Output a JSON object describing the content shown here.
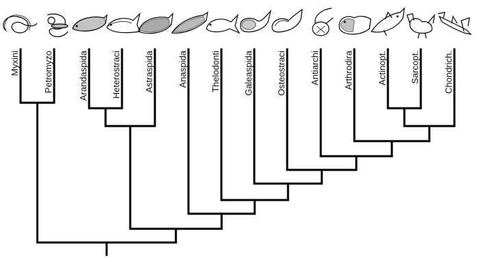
{
  "diagram": {
    "type": "cladogram",
    "line_color": "#000000",
    "background": "#ffffff",
    "taxa": [
      {
        "label": "Myxini",
        "icon": "hagfish-icon"
      },
      {
        "label": "Petromyzo",
        "icon": "lamprey-icon"
      },
      {
        "label": "Arandaspida",
        "icon": "arandaspid-icon"
      },
      {
        "label": "Heterostraci",
        "icon": "heterostracan-icon"
      },
      {
        "label": "Astraspida",
        "icon": "astraspid-icon"
      },
      {
        "label": "Anaspida",
        "icon": "anaspid-icon"
      },
      {
        "label": "Thelodonti",
        "icon": "thelodont-icon"
      },
      {
        "label": "Galeaspida",
        "icon": "galeaspid-icon"
      },
      {
        "label": "Osteostraci",
        "icon": "osteostracan-icon"
      },
      {
        "label": "Antiarchi",
        "icon": "antiarch-icon"
      },
      {
        "label": "Arthrodira",
        "icon": "arthrodire-icon"
      },
      {
        "label": "Actinopt.",
        "icon": "ray-finned-fish-icon"
      },
      {
        "label": "Sarcopt.",
        "icon": "chicken-icon"
      },
      {
        "label": "Chondrich.",
        "icon": "hammerhead-shark-icon"
      }
    ]
  }
}
